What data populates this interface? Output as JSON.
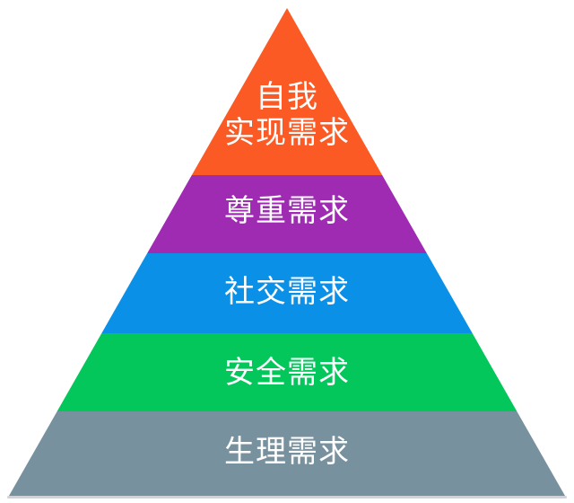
{
  "diagram": {
    "kind": "pyramid-hierarchy",
    "background_color": "#ffffff",
    "text_color": "#ffffff",
    "base_shadow_color": "#afb4ba"
  },
  "levels": [
    {
      "label": "自我实现需求",
      "lines": [
        "自我",
        "实现需求"
      ],
      "color": "#fb5a25"
    },
    {
      "label": "尊重需求",
      "color": "#9f2bb3"
    },
    {
      "label": "社交需求",
      "color": "#0b90e8"
    },
    {
      "label": "安全需求",
      "color": "#03c75b"
    },
    {
      "label": "生理需求",
      "color": "#78919e"
    }
  ]
}
